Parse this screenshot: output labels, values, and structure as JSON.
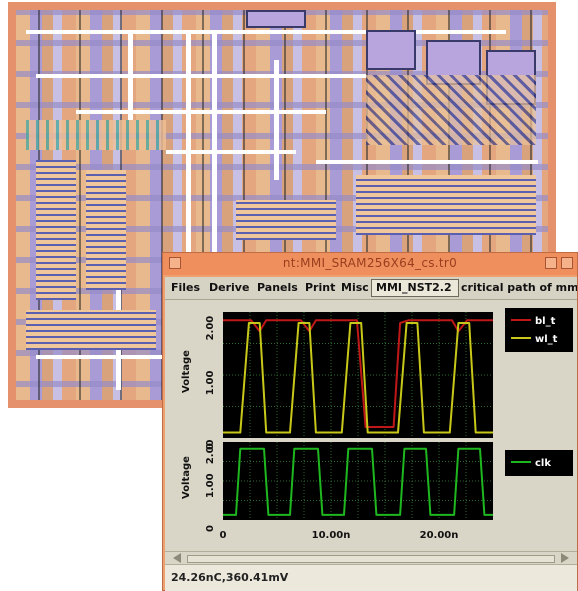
{
  "layout_window": {
    "description_colors": {
      "frame": "#e4916c",
      "metal": "#a99bd6",
      "poly": "#e8b98c"
    }
  },
  "waveform_window": {
    "title": "nt:MMI_SRAM256X64_cs.tr0",
    "menu": {
      "files": "Files",
      "derive": "Derive",
      "panels": "Panels",
      "print": "Print",
      "misc": "Misc"
    },
    "tab": "MMI_NST2.2",
    "path_label": "critical path of mmi_",
    "status": "24.26nC,360.41mV",
    "colors": {
      "plot_bg": "#000000",
      "bl": "#c01818",
      "wl": "#c8c81a",
      "clk": "#1fb71f",
      "grid": "#2d6a2d"
    }
  },
  "chart_data": [
    {
      "type": "line",
      "ylabel": "Voltage",
      "yticks": [
        "2.00",
        "1.00",
        "0"
      ],
      "ylim": [
        0,
        2.3
      ],
      "xlim": [
        0,
        25
      ],
      "grid": true,
      "legend_placement": "right",
      "series": [
        {
          "name": "bl_t",
          "color": "#c01818",
          "x": [
            0,
            1.6,
            2.6,
            3.4,
            4.0,
            6.2,
            7.2,
            8.0,
            8.6,
            11.6,
            12.4,
            13.2,
            14.2,
            15.8,
            16.4,
            17.2,
            18.6,
            21.2,
            21.8,
            22.6,
            23.8,
            25
          ],
          "y": [
            2.15,
            2.15,
            2.15,
            1.95,
            2.15,
            2.15,
            2.15,
            1.95,
            2.15,
            2.15,
            2.15,
            0.2,
            0.2,
            0.2,
            2.1,
            2.15,
            2.15,
            2.15,
            1.95,
            2.15,
            2.15,
            2.15
          ]
        },
        {
          "name": "wl_t",
          "color": "#c8c81a",
          "x": [
            0,
            1.6,
            2.4,
            3.4,
            4.0,
            6.2,
            7.0,
            8.0,
            8.6,
            11.0,
            11.8,
            12.8,
            13.4,
            16.2,
            17.0,
            18.0,
            18.6,
            21.0,
            21.8,
            22.8,
            23.4,
            25
          ],
          "y": [
            0.1,
            0.1,
            2.1,
            2.1,
            0.1,
            0.1,
            2.1,
            2.1,
            0.1,
            0.1,
            2.1,
            2.1,
            0.1,
            0.1,
            2.1,
            2.1,
            0.1,
            0.1,
            2.1,
            2.1,
            0.1,
            0.1
          ]
        }
      ]
    },
    {
      "type": "line",
      "ylabel": "Voltage",
      "yticks": [
        "2.00",
        "1.00",
        "0"
      ],
      "xlabel": "",
      "xticks": [
        "0",
        "10.00n",
        "20.00n"
      ],
      "ylim": [
        0,
        2.3
      ],
      "xlim": [
        0,
        25
      ],
      "grid": true,
      "legend_placement": "right",
      "series": [
        {
          "name": "clk",
          "color": "#1fb71f",
          "x": [
            0,
            1.2,
            1.6,
            3.8,
            4.2,
            6.2,
            6.6,
            8.8,
            9.2,
            11.2,
            11.6,
            13.8,
            14.2,
            16.4,
            16.8,
            18.8,
            19.2,
            21.4,
            21.8,
            23.8,
            24.2,
            25
          ],
          "y": [
            0.15,
            0.15,
            2.1,
            2.1,
            0.15,
            0.15,
            2.1,
            2.1,
            0.15,
            0.15,
            2.1,
            2.1,
            0.15,
            0.15,
            2.1,
            2.1,
            0.15,
            0.15,
            2.1,
            2.1,
            0.15,
            0.15
          ]
        }
      ]
    }
  ]
}
